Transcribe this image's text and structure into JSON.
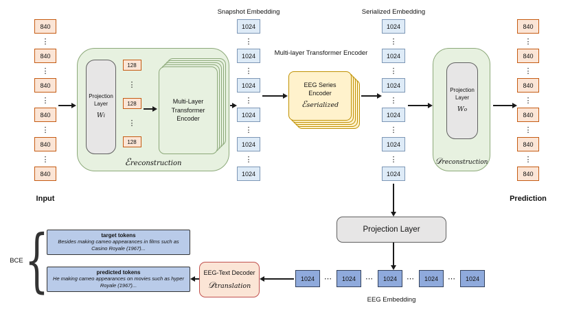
{
  "glyphs": {
    "vdots": "⋮",
    "brace": "{"
  },
  "top": {
    "input": {
      "label": "Input",
      "value": "840"
    },
    "snapshot": {
      "label": "Snapshot Embedding",
      "value": "1024"
    },
    "serialized": {
      "label": "Serialized Embedding",
      "value": "1024"
    },
    "prediction": {
      "label": "Prediction",
      "value": "840"
    },
    "encoder": {
      "projection": "Projection\nLayer",
      "w": "W",
      "w_sub": "i",
      "inner_value": "128",
      "transformer": "Multi-Layer\nTransformer\nEncoder",
      "symbol": "ℰ",
      "subscript": "reconstruction"
    },
    "series_encoder": {
      "heading": "Multi-layer Transformer Encoder",
      "title": "EEG Series\nEncoder",
      "symbol": "ℰ",
      "subscript": "serialized"
    },
    "decoder": {
      "projection": "Projection\nLayer",
      "w": "W",
      "w_sub": "o",
      "symbol": "𝒟",
      "subscript": "reconstruction"
    }
  },
  "bottom": {
    "projection_layer": "Projection Layer",
    "eeg_embedding_label": "EEG Embedding",
    "row": {
      "values": [
        "1024",
        "1024",
        "1024",
        "1024",
        "1024"
      ],
      "ellipsis": "⋯"
    },
    "text_decoder": {
      "title": "EEG-Text Decoder",
      "symbol": "𝒟",
      "subscript": "translation"
    },
    "bce": "BCE",
    "target_tokens": {
      "title": "target tokens",
      "body": "Besides making cameo appearances in films such as\nCasino Royale (1967)..."
    },
    "predicted_tokens": {
      "title": "predicted tokens",
      "body": "He making cameo appearances on movies such as hyper\nRoyale (1967)..."
    }
  },
  "colors": {
    "orange_fill": "#FBE5D6",
    "orange_border": "#C55A11",
    "blue_fill": "#DEEBF7",
    "blue_border": "#7C96B5",
    "green_fill": "#E7F1E0",
    "green_border": "#8BA878",
    "gray_fill": "#E7E6E6",
    "gray_border": "#5f5f5f",
    "yellow_fill": "#FFF2CC",
    "yellow_border": "#BF9000",
    "midblue_fill": "#8FAADC",
    "midblue_border": "#33415C",
    "token_fill": "#B9CBE9",
    "token_border": "#333333",
    "peach_fill": "#FBE5D6",
    "peach_border": "#C0504D"
  }
}
